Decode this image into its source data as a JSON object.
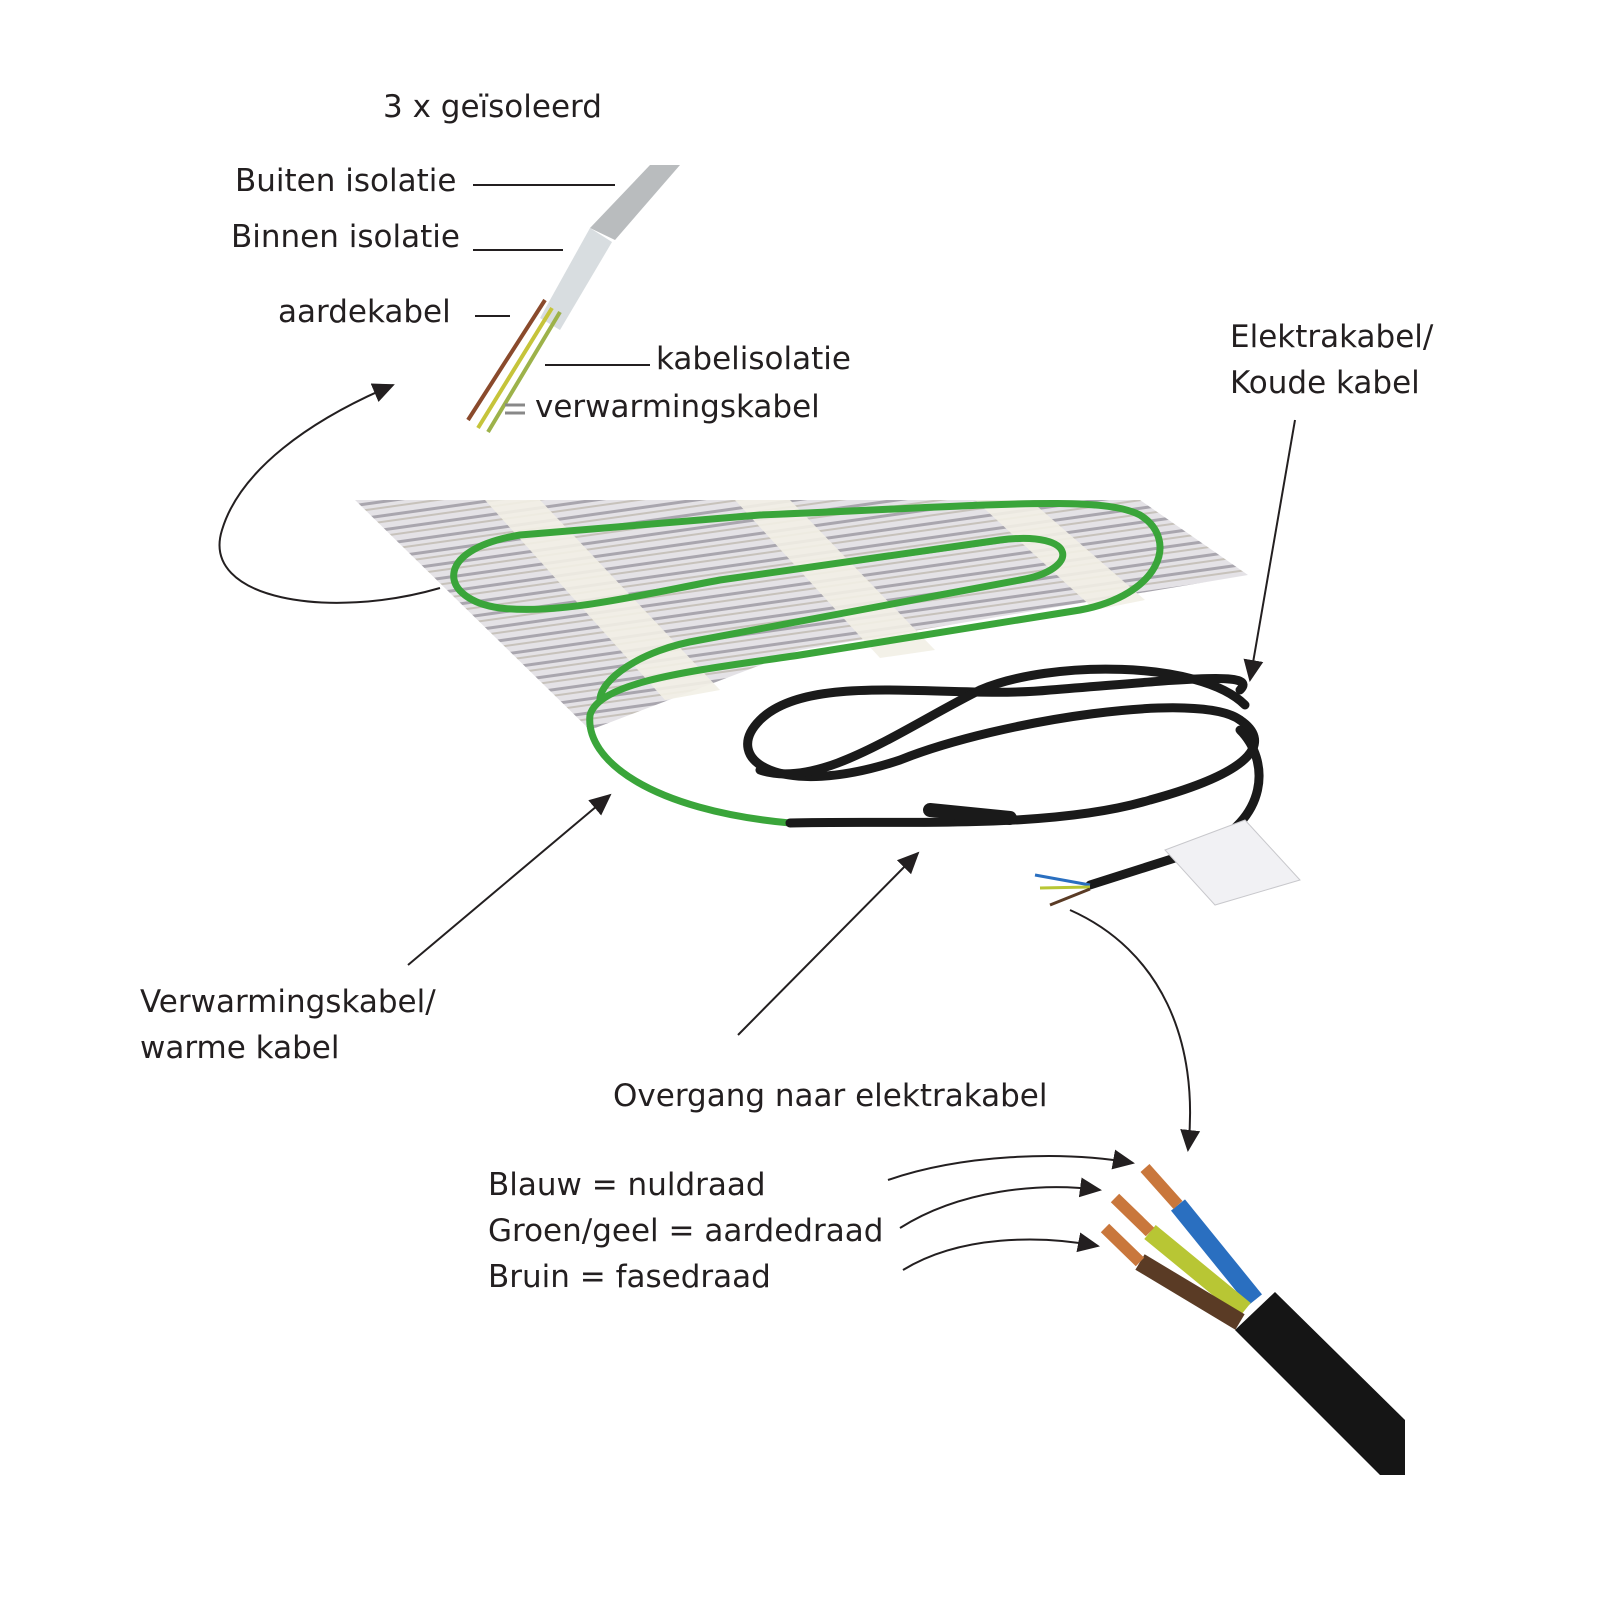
{
  "top_section": {
    "title": "3 x geïsoleerd",
    "labels": [
      "Buiten isolatie",
      "Binnen isolatie",
      "aardekabel",
      "kabelisolatie",
      "verwarmingskabel"
    ]
  },
  "cold_cable": {
    "line1": "Elektrakabel/",
    "line2": "Koude kabel"
  },
  "warm_cable": {
    "line1": "Verwarmingskabel/",
    "line2": "warme kabel"
  },
  "transition": "Overgang naar elektrakabel",
  "wire_legend": [
    "Blauw = nuldraad",
    "Groen/geel = aardedraad",
    "Bruin = fasedraad"
  ],
  "colors": {
    "heating_cable": "#3aa53a",
    "power_cable": "#1a1a1a",
    "wire_blue": "#2a6fc0",
    "wire_green_yellow": "#b8c634",
    "wire_brown": "#5a3b25",
    "copper": "#c9773c"
  }
}
